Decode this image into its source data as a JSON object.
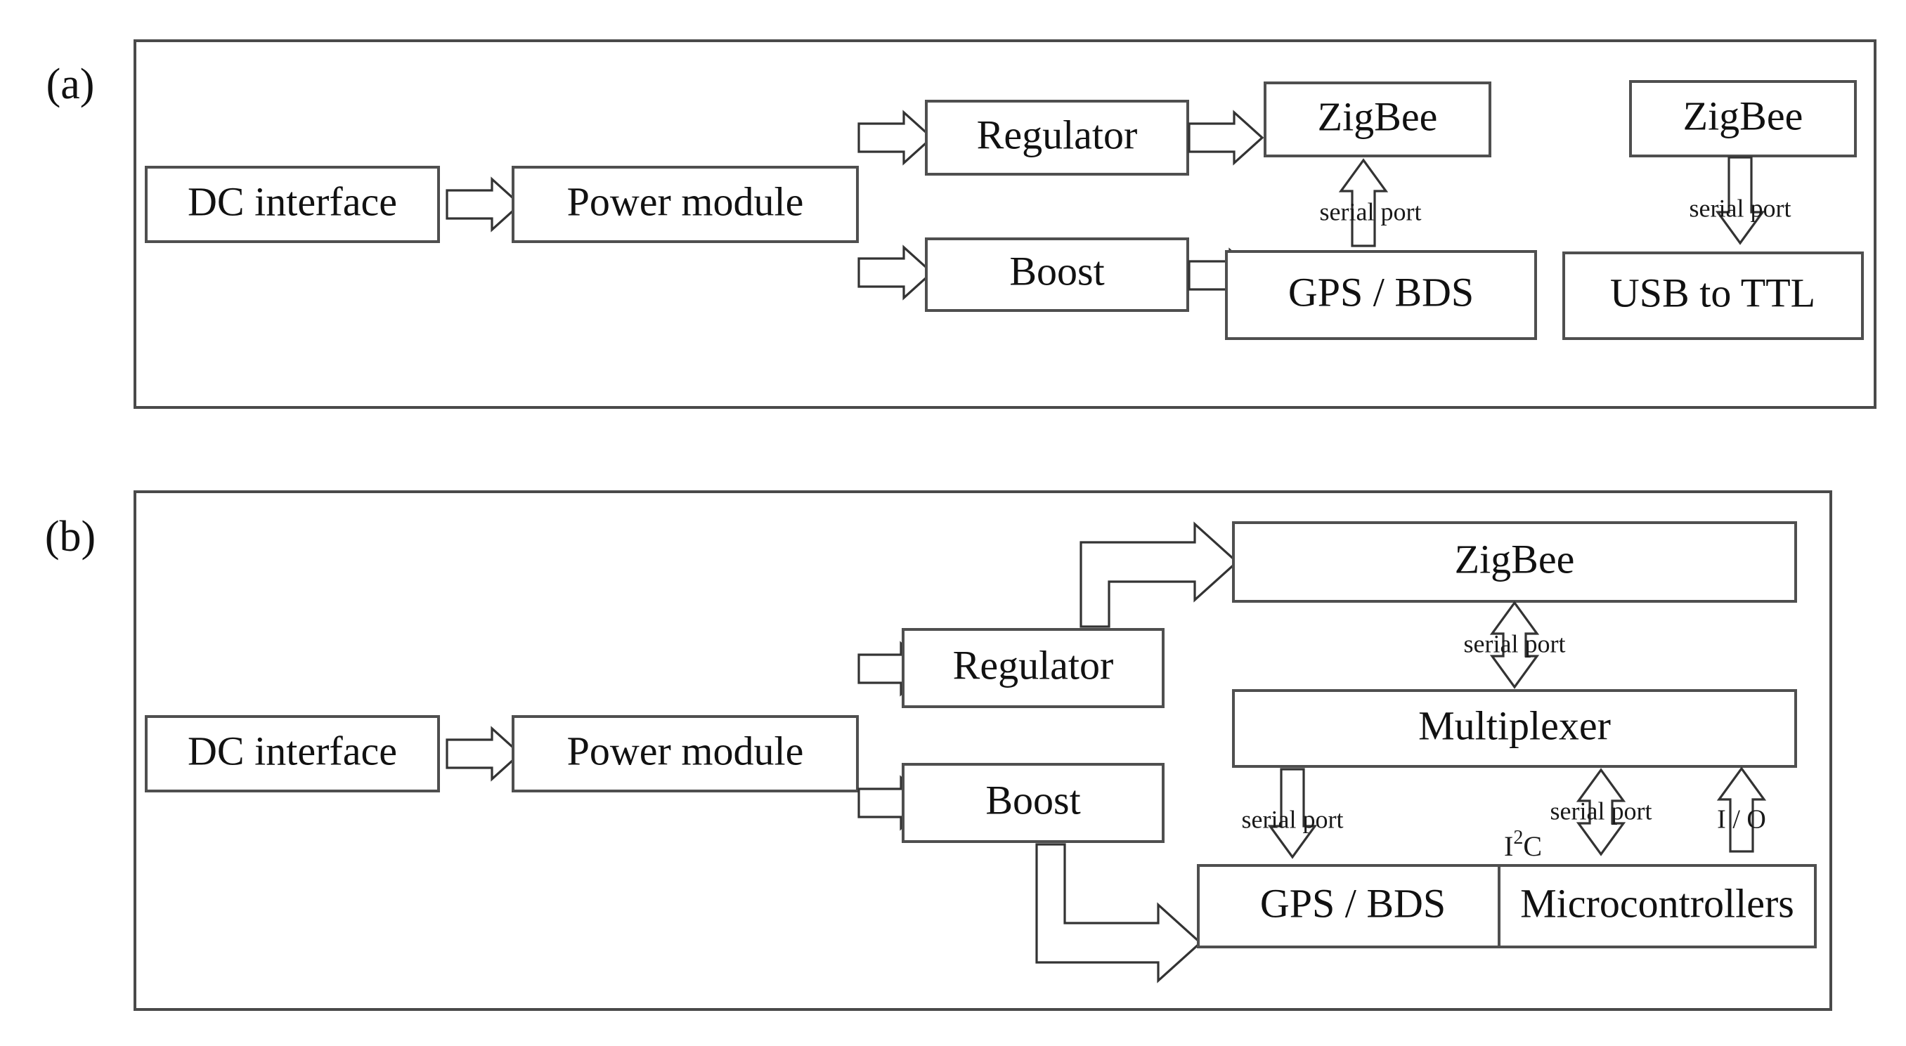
{
  "figure": {
    "title": "System hardware block diagram",
    "background_color": "#ffffff",
    "line_color": "#4a4a4a",
    "box_fill": "#ffffff",
    "text_color": "#111111"
  },
  "panels": [
    {
      "letter": "(a)",
      "id": "panel-a",
      "boxes": {
        "dc_interface": "DC interface",
        "power_module": "Power module",
        "regulator": "Regulator",
        "boost": "Boost",
        "zigbee_left": "ZigBee",
        "zigbee_right": "ZigBee",
        "gps_bds": "GPS / BDS",
        "usb_to_ttl": "USB to TTL"
      },
      "edge_labels": {
        "serial_port_left": "serial port",
        "serial_port_right": "serial port"
      }
    },
    {
      "letter": "(b)",
      "id": "panel-b",
      "boxes": {
        "dc_interface": "DC interface",
        "power_module": "Power module",
        "regulator": "Regulator",
        "boost": "Boost",
        "zigbee": "ZigBee",
        "multiplexer": "Multiplexer",
        "gps_bds": "GPS / BDS",
        "microcontrollers": "Microcontrollers"
      },
      "edge_labels": {
        "serial_port_zigbee_mux": "serial port",
        "serial_port_mux_gps": "serial port",
        "serial_port_mux_mcu": "serial port",
        "io_mux_mcu": "I / O",
        "i2c_gps_mcu_base": "I",
        "i2c_gps_mcu_sup": "2",
        "i2c_gps_mcu_tail": "C"
      }
    }
  ]
}
